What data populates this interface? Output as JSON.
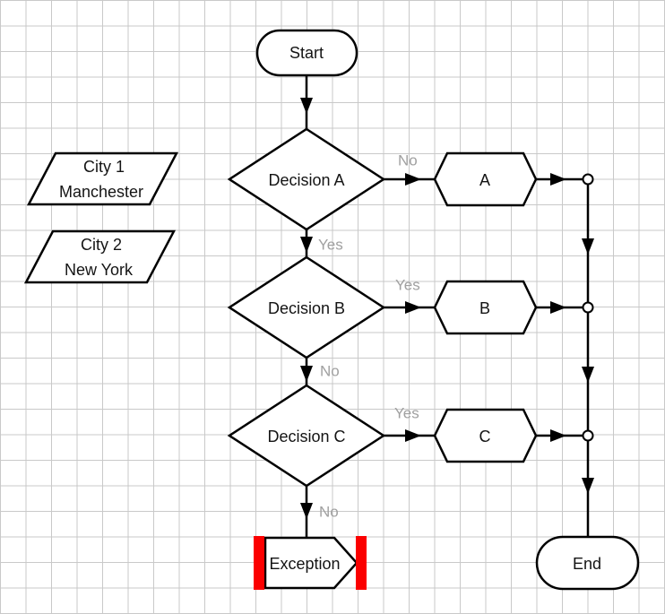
{
  "colors": {
    "shape_stroke": "#000000",
    "shape_fill": "#ffffff",
    "node_text": "#141414",
    "edge_label_text": "#a0a0a0",
    "exception_bar_red": "#fb0000",
    "grid_line": "#c9c9c9",
    "canvas_background": "#ffffff"
  },
  "nodes": {
    "start": {
      "label": "Start",
      "type": "terminator"
    },
    "city1": {
      "line1": "City 1",
      "line2": "Manchester",
      "type": "data-parallelogram"
    },
    "city2": {
      "line1": "City 2",
      "line2": "New York",
      "type": "data-parallelogram"
    },
    "decision_a": {
      "label": "Decision A",
      "type": "decision-diamond"
    },
    "decision_b": {
      "label": "Decision B",
      "type": "decision-diamond"
    },
    "decision_c": {
      "label": "Decision C",
      "type": "decision-diamond"
    },
    "a": {
      "label": "A",
      "type": "hexagon"
    },
    "b": {
      "label": "B",
      "type": "hexagon"
    },
    "c": {
      "label": "C",
      "type": "hexagon"
    },
    "exception": {
      "label": "Exception",
      "type": "signal-pentagon"
    },
    "end": {
      "label": "End",
      "type": "terminator"
    }
  },
  "edge_labels": {
    "decision_a_right": "No",
    "decision_a_down": "Yes",
    "decision_b_right": "Yes",
    "decision_b_down": "No",
    "decision_c_right": "Yes",
    "decision_c_down": "No"
  }
}
